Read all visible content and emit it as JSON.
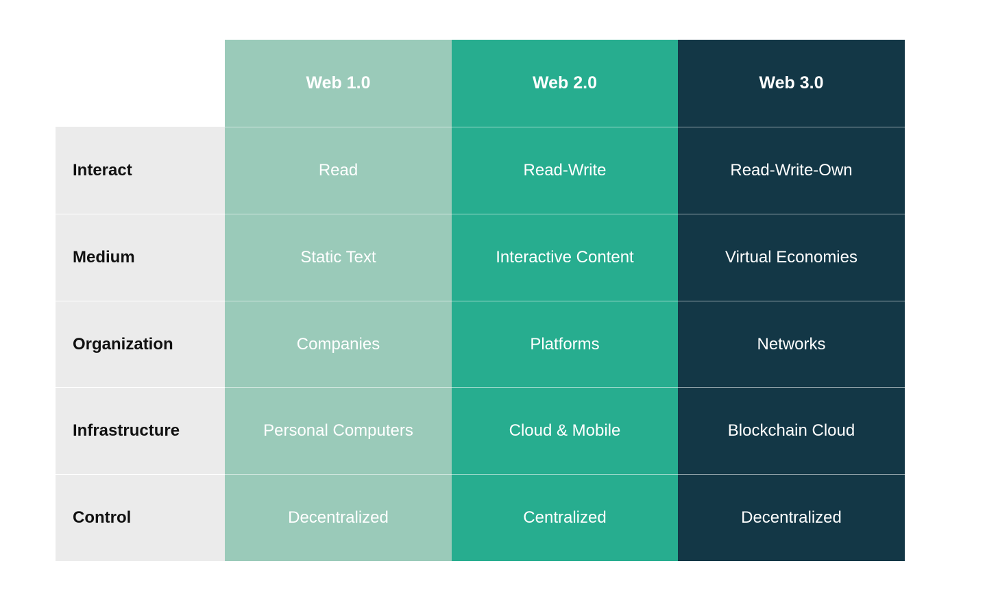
{
  "columns": [
    {
      "label": "Web 1.0",
      "color": "#9acab9"
    },
    {
      "label": "Web 2.0",
      "color": "#27ad8f"
    },
    {
      "label": "Web 3.0",
      "color": "#133746"
    }
  ],
  "rows": [
    {
      "label": "Interact",
      "values": [
        "Read",
        "Read-Write",
        "Read-Write-Own"
      ]
    },
    {
      "label": "Medium",
      "values": [
        "Static Text",
        "Interactive Content",
        "Virtual Economies"
      ]
    },
    {
      "label": "Organization",
      "values": [
        "Companies",
        "Platforms",
        "Networks"
      ]
    },
    {
      "label": "Infrastructure",
      "values": [
        "Personal Computers",
        "Cloud & Mobile",
        "Blockchain Cloud"
      ]
    },
    {
      "label": "Control",
      "values": [
        "Decentralized",
        "Centralized",
        "Decentralized"
      ]
    }
  ]
}
